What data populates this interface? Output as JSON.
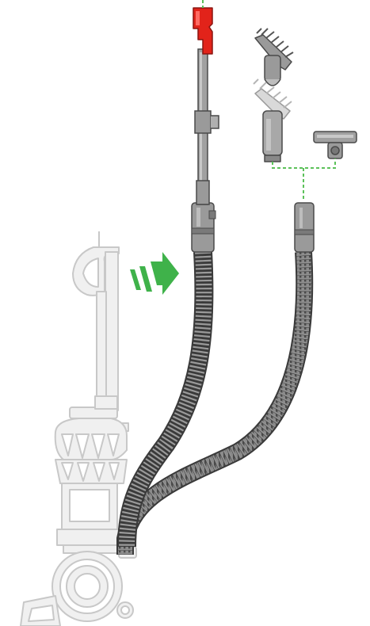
{
  "diagram": {
    "colors": {
      "background": "#ffffff",
      "ghost_fill": "#efefef",
      "ghost_stroke": "#c9c9c9",
      "wand_fill": "#9a9a9a",
      "wand_stroke": "#5a5a5a",
      "hose_fill": "#888888",
      "hose_stroke": "#444444",
      "hose_rib": "#4a4a4a",
      "handle_red": "#e2231a",
      "arrow_green": "#3fb24a",
      "connector_dash": "#5cc15a",
      "tool_fill": "#a8a8a8",
      "bristle_light": "#dcdcdc"
    },
    "parts": [
      {
        "id": "vacuum-body",
        "icon": "upright-vacuum-icon",
        "state": "faded"
      },
      {
        "id": "wand",
        "icon": "telescopic-wand-icon",
        "state": "detached"
      },
      {
        "id": "wand-handle",
        "icon": "red-release-catch-icon",
        "state": "highlighted"
      },
      {
        "id": "hose",
        "icon": "flexible-hose-icon",
        "state": "extended"
      },
      {
        "id": "stair-tool",
        "icon": "stair-tool-icon",
        "state": "attachment-option"
      },
      {
        "id": "brush-tool",
        "icon": "combination-brush-icon",
        "state": "attachment-option"
      },
      {
        "id": "direction-arrow",
        "icon": "green-arrow-icon",
        "state": "indicator"
      }
    ]
  }
}
